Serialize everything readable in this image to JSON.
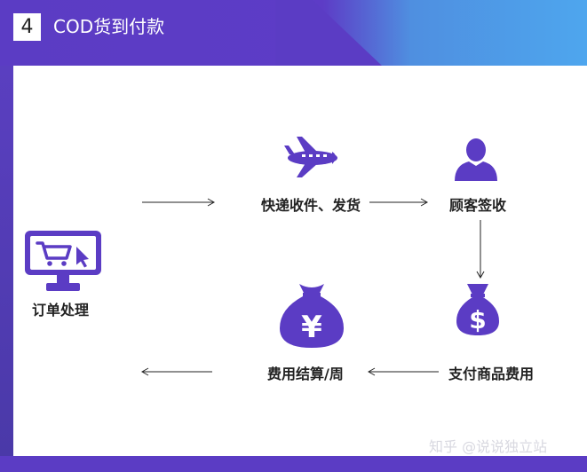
{
  "header": {
    "number": "4",
    "title": "COD货到付款"
  },
  "nodes": {
    "order": "订单处理",
    "ship": "快递收件、发货",
    "sign": "顾客签收",
    "pay": "支付商品费用",
    "settle": "费用结算/周"
  },
  "icons": {
    "order": "computer-cart-icon",
    "ship": "airplane-icon",
    "sign": "user-icon",
    "pay": "dollar-bag-icon",
    "settle": "yuan-bag-icon"
  },
  "colors": {
    "accent": "#5b3cc4",
    "header_right": "#4ea6ee"
  },
  "watermark": "知乎 @说说独立站"
}
